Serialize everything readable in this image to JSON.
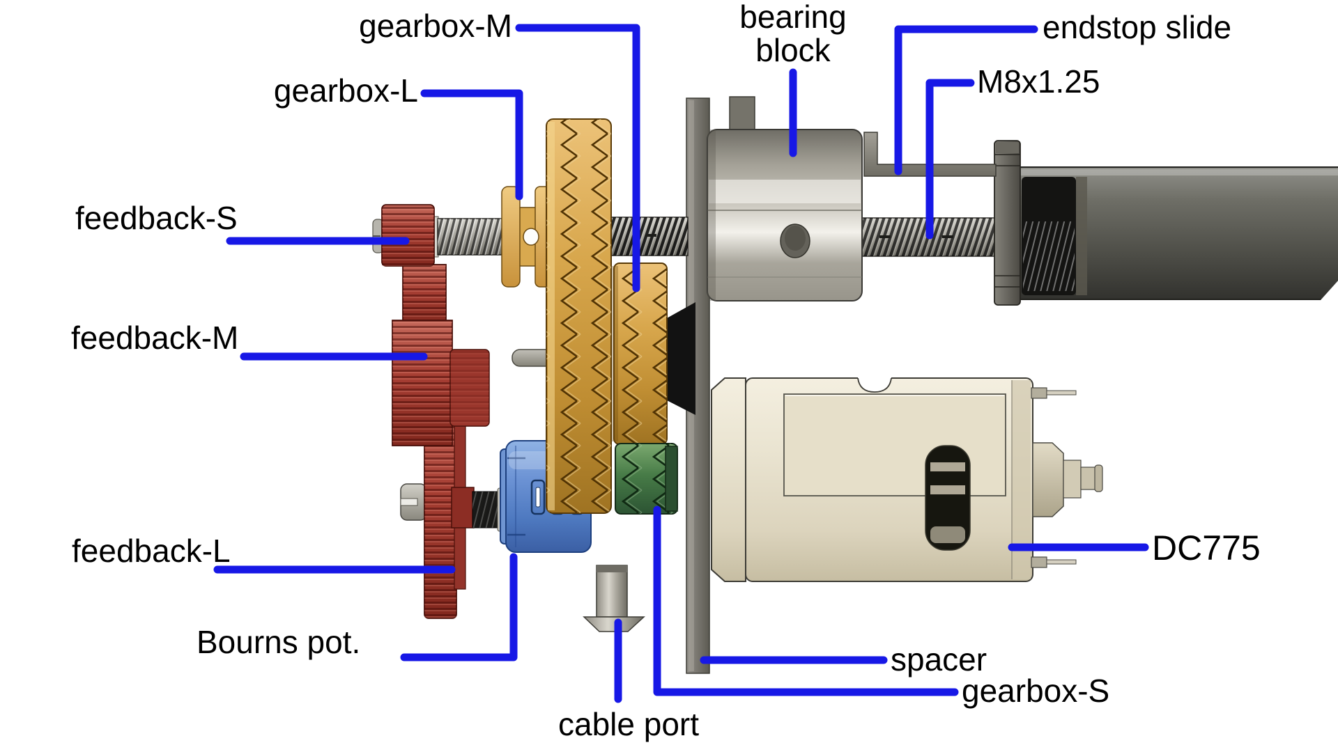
{
  "diagram": {
    "type": "exploded-assembly-callout-drawing",
    "labels": {
      "gearbox_m": "gearbox-M",
      "gearbox_l": "gearbox-L",
      "bearing_block_line1": "bearing",
      "bearing_block_line2": "block",
      "endstop_slide": "endstop slide",
      "thread_spec": "M8x1.25",
      "feedback_s": "feedback-S",
      "feedback_m": "feedback-M",
      "feedback_l": "feedback-L",
      "bourns_pot": "Bourns pot.",
      "cable_port": "cable port",
      "spacer": "spacer",
      "gearbox_s": "gearbox-S",
      "motor": "DC775"
    },
    "colors": {
      "accent": "#1718E6",
      "label_text": "#000000",
      "background": "#FFFFFF",
      "gear_tan": "#D8A74D",
      "gear_red": "#A63E33",
      "gear_green": "#477B47",
      "pot_blue": "#5E87CC",
      "motor_cream": "#E8E2CF",
      "metal_gray": "#9C9A92",
      "tube_dark": "#4A4A44"
    }
  }
}
